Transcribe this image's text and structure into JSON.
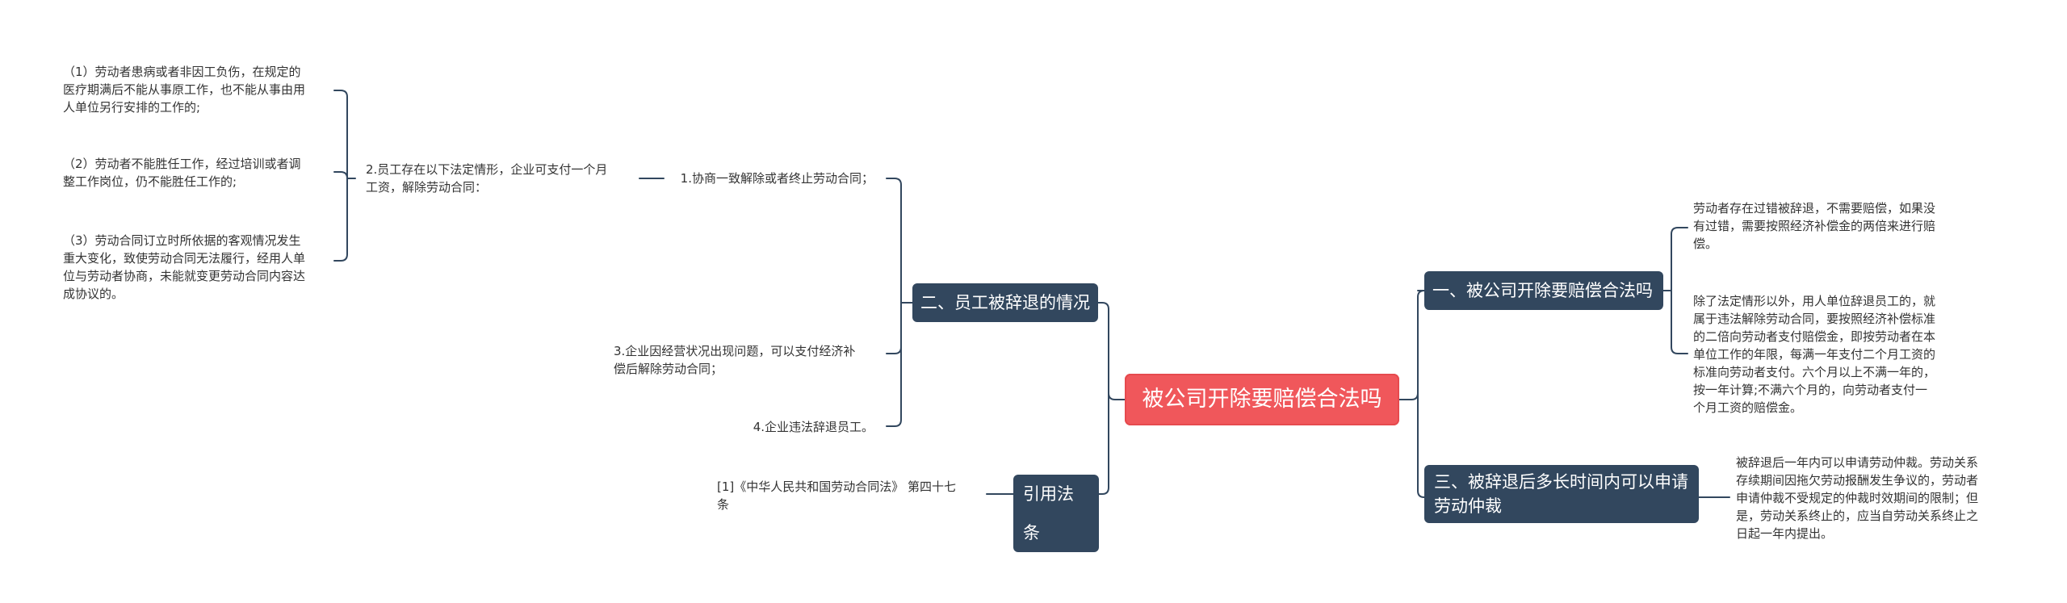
{
  "root": {
    "title": "被公司开除要赔偿合法吗"
  },
  "right": {
    "b1": {
      "label": "一、被公司开除要赔偿合法吗",
      "leaves": [
        "劳动者存在过错被辞退，不需要赔偿，如果没\n有过错，需要按照经济补偿金的两倍来进行赔\n偿。",
        "除了法定情形以外，用人单位辞退员工的，就\n属于违法解除劳动合同，要按照经济补偿标准\n的二倍向劳动者支付赔偿金，即按劳动者在本\n单位工作的年限，每满一年支付二个月工资的\n标准向劳动者支付。六个月以上不满一年的，\n按一年计算;不满六个月的，向劳动者支付一\n个月工资的赔偿金。"
      ]
    },
    "b3": {
      "label": "三、被辞退后多长时间内可以申请劳动仲裁",
      "leaf": "被辞退后一年内可以申请劳动仲裁。劳动关系\n存续期间因拖欠劳动报酬发生争议的，劳动者\n申请仲裁不受规定的仲裁时效期间的限制；但\n是，劳动关系终止的，应当自劳动关系终止之\n日起一年内提出。"
    }
  },
  "left": {
    "b2": {
      "label": "二、员工被辞退的情况",
      "items": {
        "item1": "1.协商一致解除或者终止劳动合同；",
        "item2": "2.员工存在以下法定情形，企业可支付一个月\n工资，解除劳动合同：",
        "sub": [
          "（1）劳动者患病或者非因工负伤，在规定的\n医疗期满后不能从事原工作，也不能从事由用\n人单位另行安排的工作的;",
          "（2）劳动者不能胜任工作，经过培训或者调\n整工作岗位，仍不能胜任工作的;",
          "（3）劳动合同订立时所依据的客观情况发生\n重大变化，致使劳动合同无法履行，经用人单\n位与劳动者协商，未能就变更劳动合同内容达\n成协议的。"
        ],
        "item3": "3.企业因经营状况出现问题，可以支付经济补\n偿后解除劳动合同；",
        "item4": "4.企业违法辞退员工。"
      }
    },
    "b4": {
      "label": "引用法条",
      "leaf": "[1]《中华人民共和国劳动合同法》 第四十七\n条"
    }
  },
  "colors": {
    "root_bg": "#f0575b",
    "branch_bg": "#32475e",
    "line": "#32475e"
  }
}
